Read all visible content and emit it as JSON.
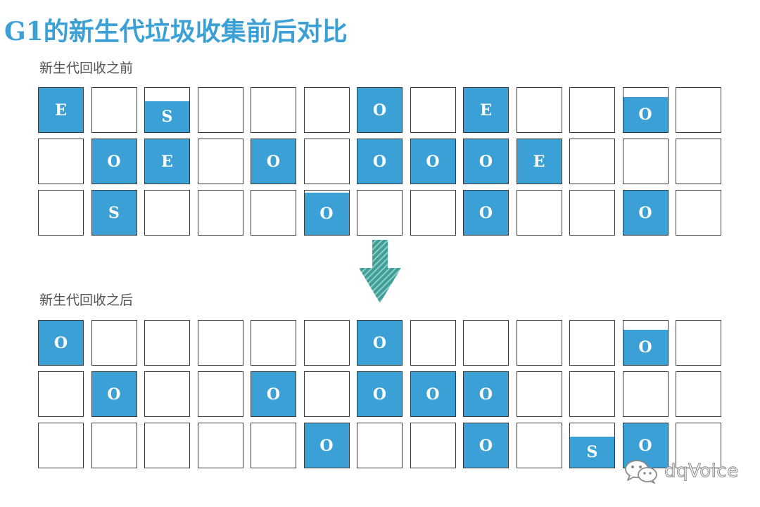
{
  "title": "G1的新生代垃圾收集前后对比",
  "before": {
    "label": "新生代回收之前",
    "rows": [
      [
        {
          "t": "E",
          "f": 1
        },
        {
          "t": "",
          "f": 0
        },
        {
          "t": "S",
          "f": 0.7
        },
        {
          "t": "",
          "f": 0
        },
        {
          "t": "",
          "f": 0
        },
        {
          "t": "",
          "f": 0
        },
        {
          "t": "O",
          "f": 1
        },
        {
          "t": "",
          "f": 0
        },
        {
          "t": "E",
          "f": 1
        },
        {
          "t": "",
          "f": 0
        },
        {
          "t": "",
          "f": 0
        },
        {
          "t": "O",
          "f": 0.8
        },
        {
          "t": "",
          "f": 0
        }
      ],
      [
        {
          "t": "",
          "f": 0
        },
        {
          "t": "O",
          "f": 1
        },
        {
          "t": "E",
          "f": 1
        },
        {
          "t": "",
          "f": 0
        },
        {
          "t": "O",
          "f": 1
        },
        {
          "t": "",
          "f": 0
        },
        {
          "t": "O",
          "f": 1
        },
        {
          "t": "O",
          "f": 1
        },
        {
          "t": "O",
          "f": 1
        },
        {
          "t": "E",
          "f": 1
        },
        {
          "t": "",
          "f": 0
        },
        {
          "t": "",
          "f": 0
        },
        {
          "t": "",
          "f": 0
        }
      ],
      [
        {
          "t": "",
          "f": 0
        },
        {
          "t": "S",
          "f": 1
        },
        {
          "t": "",
          "f": 0
        },
        {
          "t": "",
          "f": 0
        },
        {
          "t": "",
          "f": 0
        },
        {
          "t": "O",
          "f": 0.95
        },
        {
          "t": "",
          "f": 0
        },
        {
          "t": "",
          "f": 0
        },
        {
          "t": "O",
          "f": 1
        },
        {
          "t": "",
          "f": 0
        },
        {
          "t": "",
          "f": 0
        },
        {
          "t": "O",
          "f": 1
        },
        {
          "t": "",
          "f": 0
        }
      ]
    ]
  },
  "after": {
    "label": "新生代回收之后",
    "rows": [
      [
        {
          "t": "O",
          "f": 1
        },
        {
          "t": "",
          "f": 0
        },
        {
          "t": "",
          "f": 0
        },
        {
          "t": "",
          "f": 0
        },
        {
          "t": "",
          "f": 0
        },
        {
          "t": "",
          "f": 0
        },
        {
          "t": "O",
          "f": 1
        },
        {
          "t": "",
          "f": 0
        },
        {
          "t": "",
          "f": 0
        },
        {
          "t": "",
          "f": 0
        },
        {
          "t": "",
          "f": 0
        },
        {
          "t": "O",
          "f": 0.8
        },
        {
          "t": "",
          "f": 0
        }
      ],
      [
        {
          "t": "",
          "f": 0
        },
        {
          "t": "O",
          "f": 1
        },
        {
          "t": "",
          "f": 0
        },
        {
          "t": "",
          "f": 0
        },
        {
          "t": "O",
          "f": 1
        },
        {
          "t": "",
          "f": 0
        },
        {
          "t": "O",
          "f": 1
        },
        {
          "t": "O",
          "f": 1
        },
        {
          "t": "O",
          "f": 1
        },
        {
          "t": "",
          "f": 0
        },
        {
          "t": "",
          "f": 0
        },
        {
          "t": "",
          "f": 0
        },
        {
          "t": "",
          "f": 0
        }
      ],
      [
        {
          "t": "",
          "f": 0
        },
        {
          "t": "",
          "f": 0
        },
        {
          "t": "",
          "f": 0
        },
        {
          "t": "",
          "f": 0
        },
        {
          "t": "",
          "f": 0
        },
        {
          "t": "O",
          "f": 1
        },
        {
          "t": "",
          "f": 0
        },
        {
          "t": "",
          "f": 0
        },
        {
          "t": "O",
          "f": 1
        },
        {
          "t": "",
          "f": 0
        },
        {
          "t": "S",
          "f": 0.7
        },
        {
          "t": "O",
          "f": 1
        },
        {
          "t": "",
          "f": 0
        }
      ]
    ]
  },
  "colors": {
    "accent": "#3aa0d6",
    "arrow": "#3f9e98",
    "border": "#3a3a3a"
  },
  "icons": {
    "arrow": "hatched-down-arrow-icon",
    "watermark": "wechat-icon"
  },
  "watermark": {
    "text": "dqVoice"
  }
}
